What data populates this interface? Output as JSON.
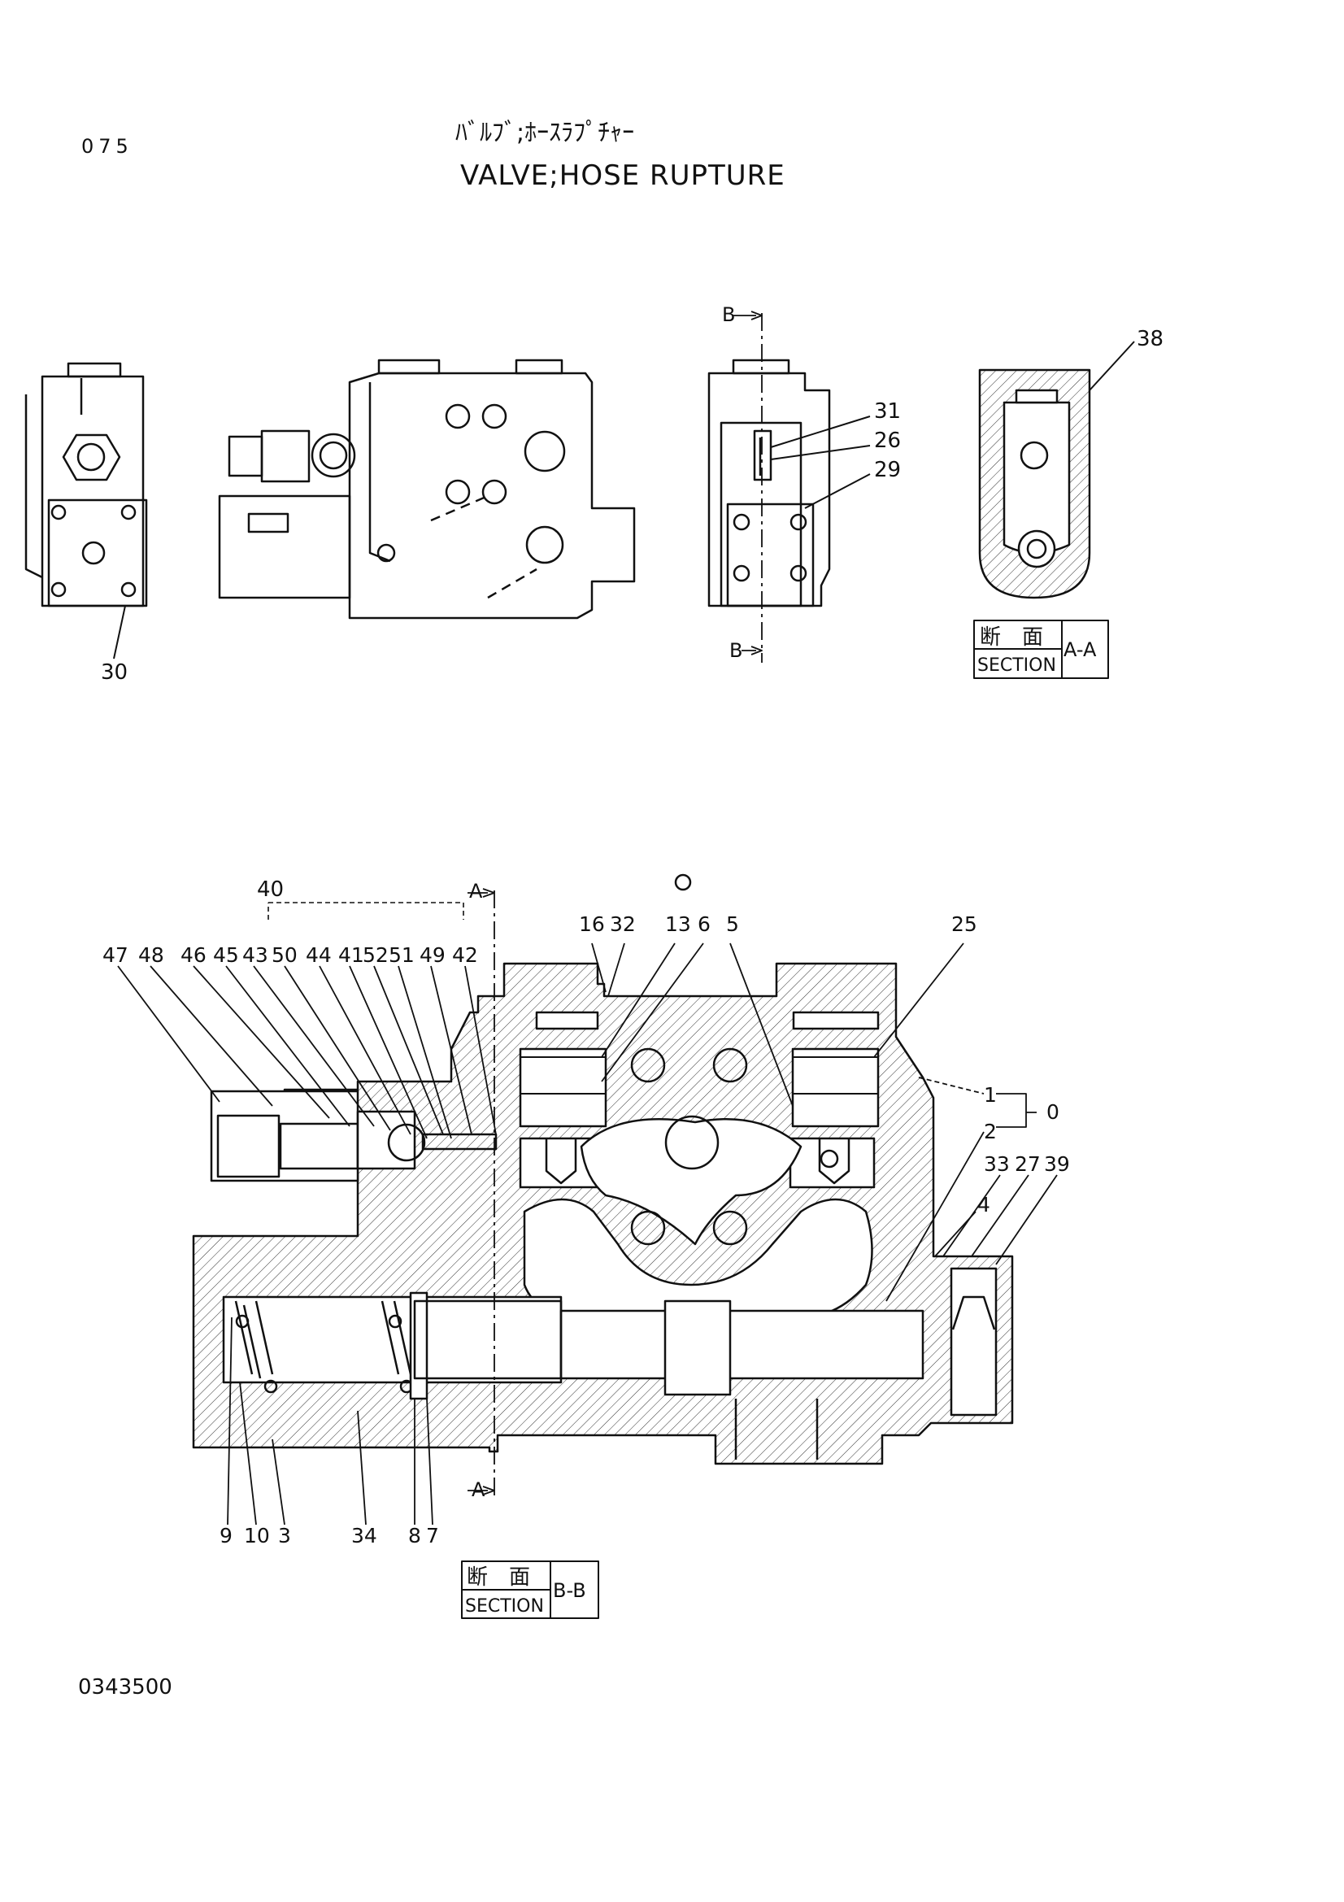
{
  "header": {
    "page_number": "075",
    "title_jp": "ﾊﾞﾙﾌﾞ;ﾎｰｽﾗﾌﾟﾁｬｰ",
    "title_en": "VALVE;HOSE RUPTURE"
  },
  "top_views": {
    "part_30": "30",
    "cut_b_top": "B",
    "cut_b_bottom": "B",
    "part_31": "31",
    "part_26": "26",
    "part_29": "29",
    "part_38": "38",
    "section_aa": {
      "jp": "断　面",
      "en": "SECTION",
      "id": "A-A"
    }
  },
  "section_bb": {
    "group_40": "40",
    "top_callouts": [
      "47",
      "48",
      "46",
      "45",
      "43",
      "50",
      "44",
      "41",
      "52",
      "51",
      "49",
      "42"
    ],
    "cut_a_top": "A",
    "cut_a_bottom": "A",
    "part_16": "16",
    "part_32": "32",
    "part_13": "13",
    "part_6": "6",
    "part_5": "5",
    "part_25": "25",
    "part_1": "1",
    "part_0": "0",
    "part_2": "2",
    "part_33": "33",
    "part_27": "27",
    "part_39": "39",
    "part_4": "4",
    "bottom_callouts": [
      "9",
      "10",
      "3",
      "34",
      "8",
      "7"
    ],
    "section_label": {
      "jp": "断　面",
      "en": "SECTION",
      "id": "B-B"
    }
  },
  "footer": {
    "drawing_number": "0343500"
  }
}
